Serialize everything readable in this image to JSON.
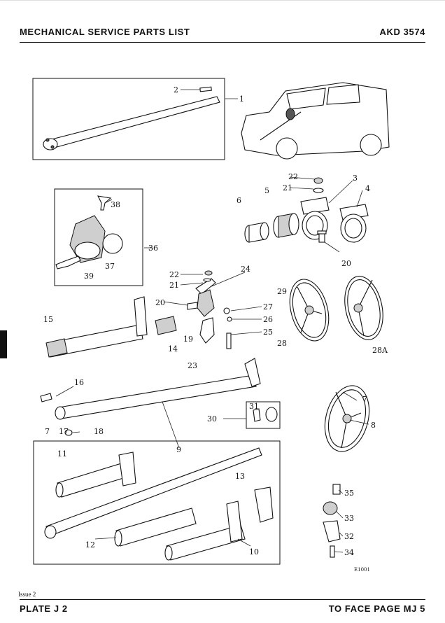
{
  "header": {
    "title": "MECHANICAL SERVICE PARTS LIST",
    "code": "AKD 3574"
  },
  "footer": {
    "issue": "Issue 2",
    "plate": "PLATE J 2",
    "reference": "TO FACE PAGE MJ 5"
  },
  "diagram": {
    "drawing_ref": "E1001",
    "callouts": [
      "1",
      "2",
      "3",
      "4",
      "5",
      "6",
      "7",
      "7",
      "8",
      "9",
      "10",
      "11",
      "12",
      "13",
      "14",
      "15",
      "16",
      "17",
      "18",
      "19",
      "20",
      "20",
      "21",
      "21",
      "22",
      "22",
      "23",
      "24",
      "25",
      "26",
      "27",
      "28",
      "28A",
      "29",
      "30",
      "31",
      "32",
      "33",
      "34",
      "35",
      "36",
      "37",
      "38",
      "39"
    ]
  }
}
